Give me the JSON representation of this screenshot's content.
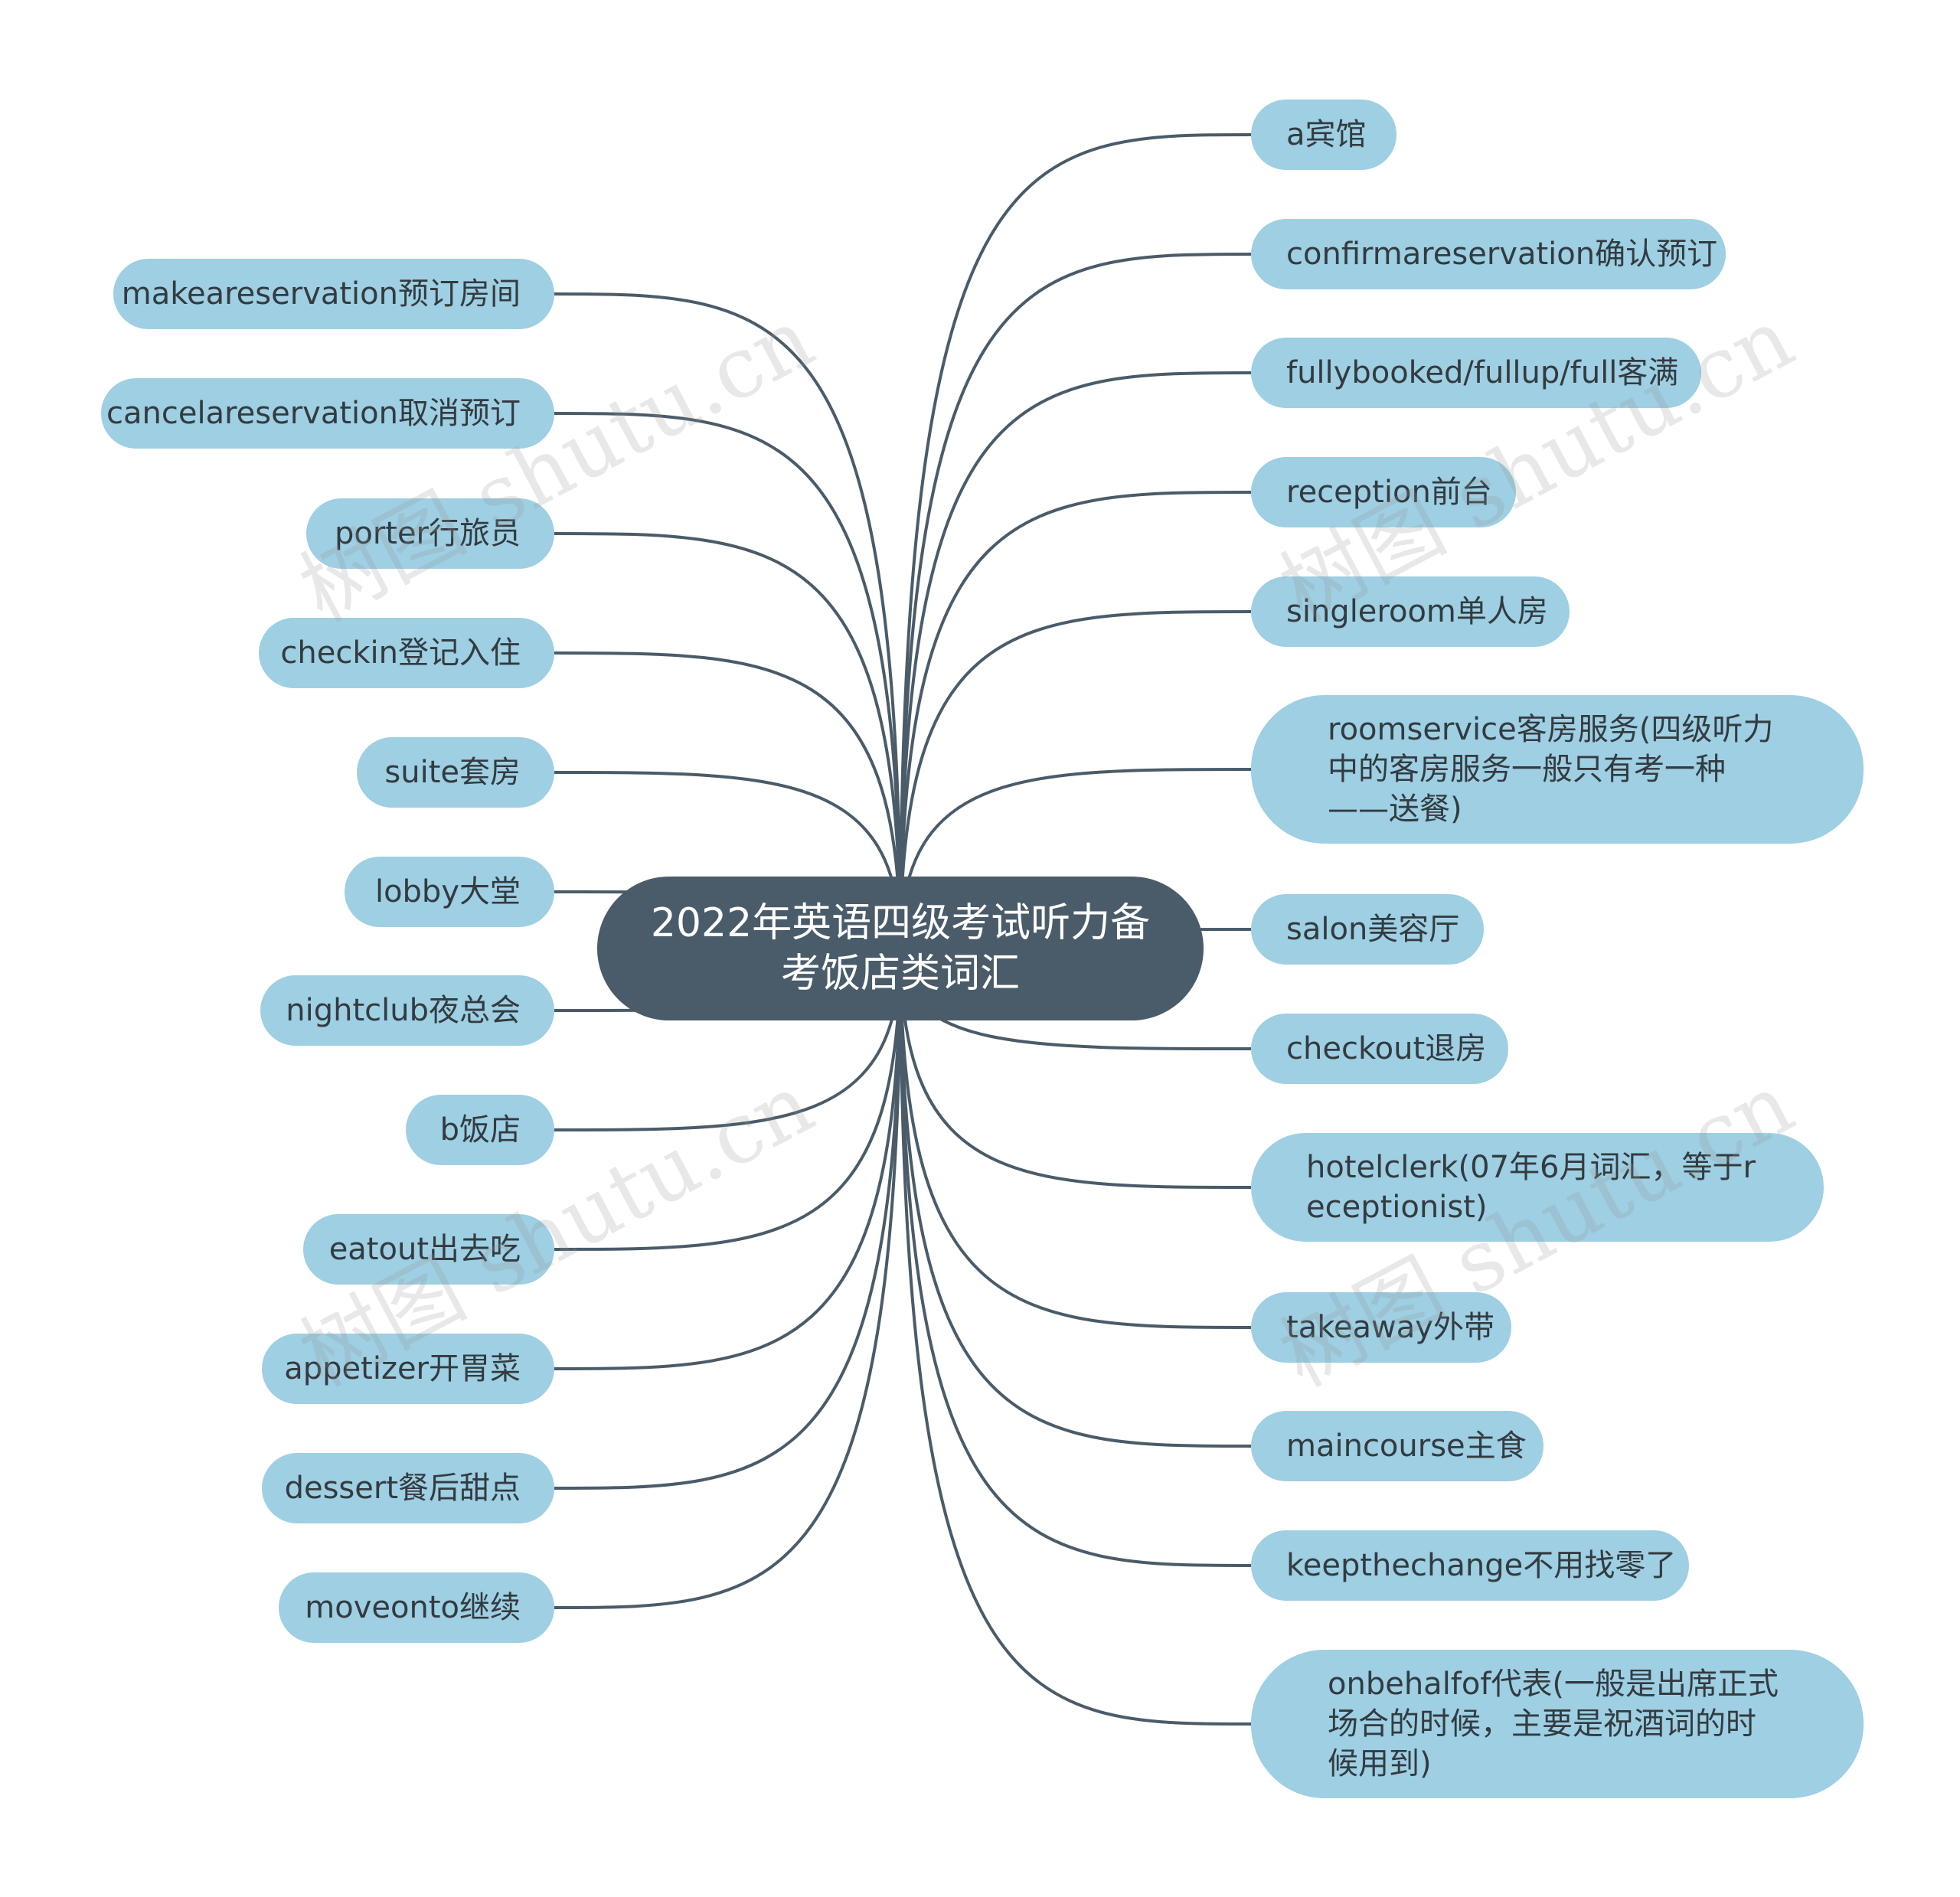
{
  "root": {
    "label": "2022年英语四级考试听力备考饭店类词汇"
  },
  "left_nodes": [
    "makeareservation预订房间",
    "cancelareservation取消预订",
    "porter行旅员",
    "checkin登记入住",
    "suite套房",
    "lobby大堂",
    "nightclub夜总会",
    "b饭店",
    "eatout出去吃",
    "appetizer开胃菜",
    "dessert餐后甜点",
    "moveonto继续"
  ],
  "right_nodes": [
    "a宾馆",
    "confirmareservation确认预订",
    "fullybooked/fullup/full客满",
    "reception前台",
    "singleroom单人房",
    "roomservice客房服务(四级听力中的客房服务一般只有考一种——送餐)",
    "salon美容厅",
    "checkout退房",
    "hotelclerk(07年6月词汇，等于receptionist)",
    "takeaway外带",
    "maincourse主食",
    "keepthechange不用找零了",
    "onbehalfof代表(一般是出席正式场合的时候，主要是祝酒词的时候用到)"
  ],
  "watermark": "树图 shutu.cn",
  "colors": {
    "root_bg": "#4a5b69",
    "node_bg": "#9ecfe3",
    "edge": "#4a5b69",
    "text": "#333b40"
  }
}
